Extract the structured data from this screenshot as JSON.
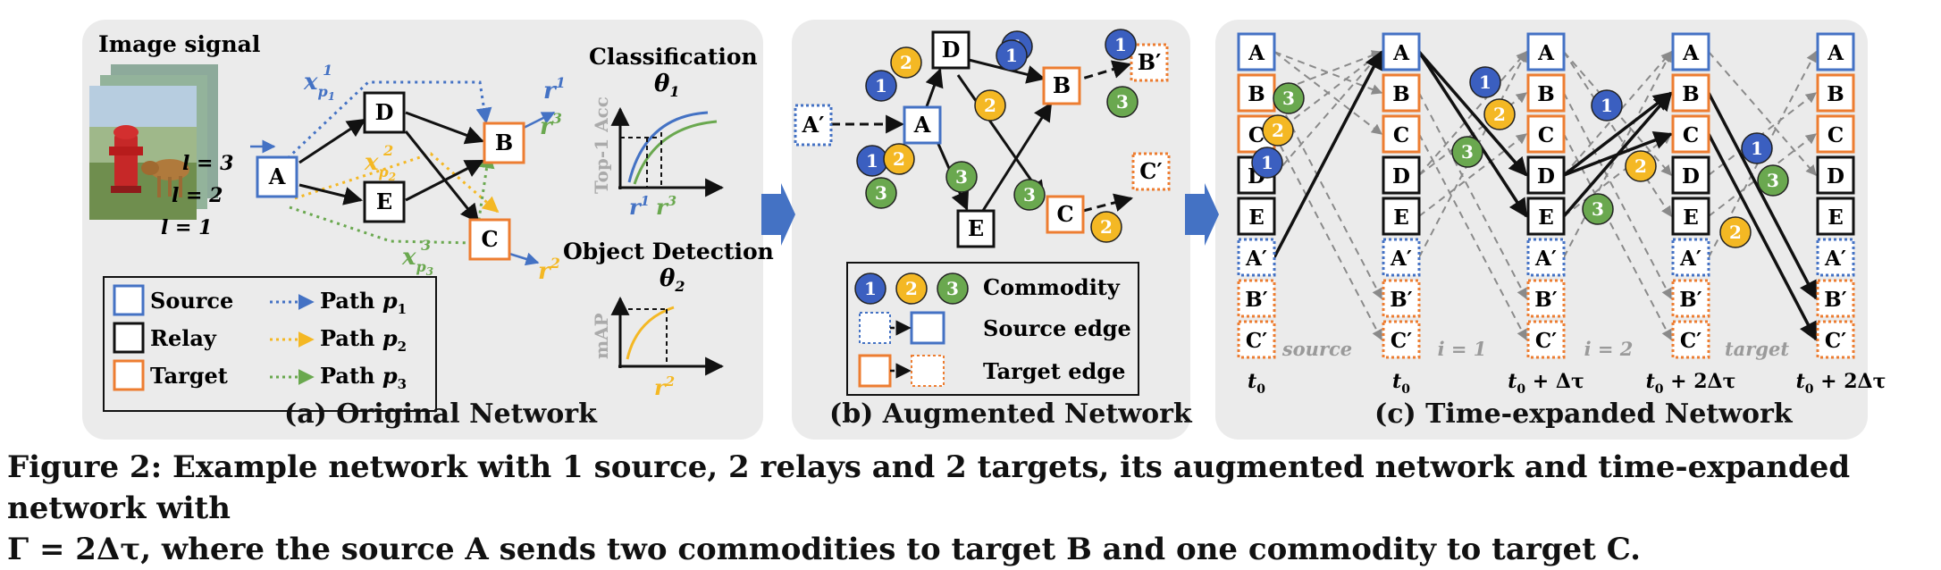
{
  "panel_a": {
    "image_label": "Image signal",
    "layer_labels": [
      "l = 3",
      "l = 2",
      "l = 1"
    ],
    "nodes": {
      "A": "A",
      "D": "D",
      "E": "E",
      "B": "B",
      "C": "C"
    },
    "path_labels": {
      "x1": "x",
      "x1_sub": "p",
      "x1_idx": "1",
      "x1_sup": "1",
      "x2": "x",
      "x2_sub": "p",
      "x2_idx": "2",
      "x2_sup": "2",
      "x3": "x",
      "x3_sub": "p",
      "x3_idx": "3",
      "x3_sup": "3"
    },
    "outputs": {
      "r1": "r",
      "r1_sup": "1",
      "r3": "r",
      "r3_sup": "3",
      "r2": "r",
      "r2_sup": "2"
    },
    "classification": {
      "title": "Classification",
      "theta": "θ",
      "theta_sub": "1",
      "ylabel": "Top-1 Acc",
      "x1": "r",
      "x1_sup": "1",
      "x2": "r",
      "x2_sup": "3"
    },
    "detection": {
      "title": "Object Detection",
      "theta": "θ",
      "theta_sub": "2",
      "ylabel": "mAP",
      "x": "r",
      "x_sup": "2"
    },
    "legend": {
      "source": "Source",
      "relay": "Relay",
      "target": "Target",
      "path1": "Path ",
      "path1_var": "p",
      "path1_sub": "1",
      "path2": "Path ",
      "path2_var": "p",
      "path2_sub": "2",
      "path3": "Path ",
      "path3_var": "p",
      "path3_sub": "3"
    },
    "caption": "(a) Original Network"
  },
  "panel_b": {
    "nodes": {
      "A": "A",
      "Ap": "A′",
      "D": "D",
      "B": "B",
      "Bp": "B′",
      "E": "E",
      "C": "C",
      "Cp": "C′"
    },
    "commodities": [
      "1",
      "2",
      "3"
    ],
    "legend": {
      "commodity": "Commodity",
      "source_edge": "Source edge",
      "target_edge": "Target edge"
    },
    "caption": "(b) Augmented Network"
  },
  "panel_c": {
    "column_nodes": [
      "A",
      "B",
      "C",
      "D",
      "E",
      "A′",
      "B′",
      "C′"
    ],
    "step_labels": [
      "source",
      "i = 1",
      "i = 2",
      "target"
    ],
    "time_labels": [
      "t",
      "t",
      "t",
      "t",
      "t"
    ],
    "time_subs": [
      "0",
      "0",
      "0",
      "0",
      "0"
    ],
    "time_suffix": [
      "",
      "",
      " + Δτ",
      " + 2Δτ",
      " + 2Δτ"
    ],
    "caption": "(c) Time-expanded Network"
  },
  "figure_caption": {
    "line1": "Figure 2: Example network with 1 source, 2 relays and 2 targets, its augmented network and time-expanded network with",
    "line2": "Γ = 2Δτ, where the source A sends two commodities to target B and one commodity to target C."
  },
  "colors": {
    "source": "#4472c4",
    "relay": "#111111",
    "target": "#ed7d31",
    "commodity1": "#3b5fc0",
    "commodity2": "#f4b824",
    "commodity3": "#6aa84f",
    "path1": "#4472c4",
    "path2": "#f4b824",
    "path3": "#6aa84f",
    "panel": "#ebebeb"
  }
}
